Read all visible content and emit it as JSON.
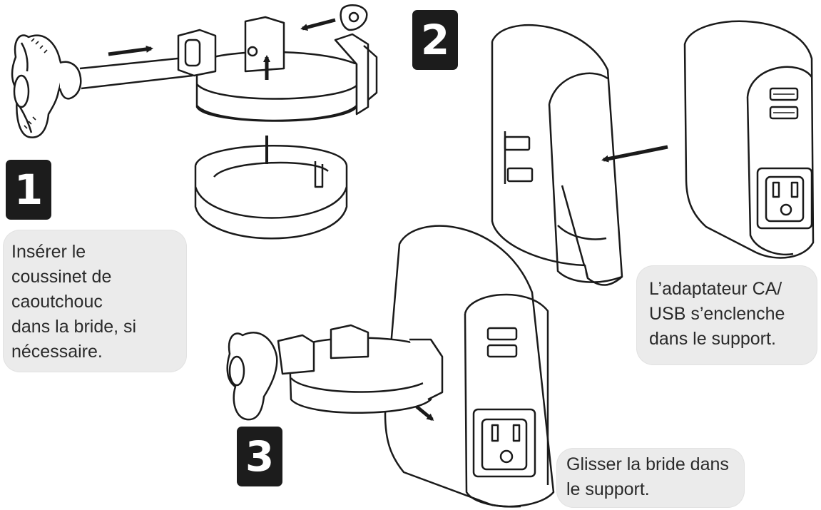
{
  "steps": [
    {
      "number": "1",
      "caption": "Insérer le\ncoussinet de\ncaoutchouc\ndans la bride, si\nnécessaire."
    },
    {
      "number": "2",
      "caption": "L’adaptateur CA/\nUSB s’enclenche\ndans le support."
    },
    {
      "number": "3",
      "caption": "Glisser la bride dans\nle support."
    }
  ],
  "colors": {
    "badge": "#1c1c1c",
    "callout": "#ebebeb",
    "line": "#1a1a1a",
    "text": "#2a2a2a"
  },
  "icons": [
    "clamp-knob-icon",
    "clamp-bracket-icon",
    "rubber-pad-icon",
    "holder-sleeve-icon",
    "usb-adapter-icon",
    "outlet-icon",
    "arrow-icon"
  ]
}
